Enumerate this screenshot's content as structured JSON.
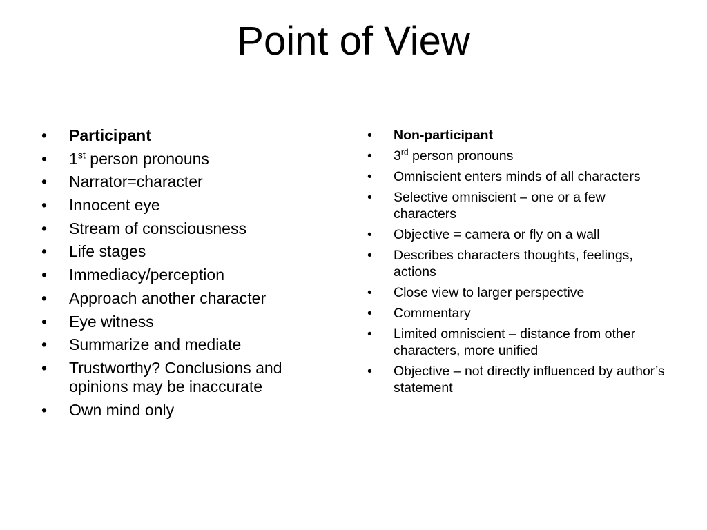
{
  "title": "Point of View",
  "bullet_char": "•",
  "left_column": {
    "items": [
      {
        "text": "Participant"
      },
      {
        "pre": "1",
        "sup": "st",
        "post": " person pronouns"
      },
      {
        "text": "Narrator=character"
      },
      {
        "text": "Innocent eye"
      },
      {
        "text": "Stream of consciousness"
      },
      {
        "text": "Life stages"
      },
      {
        "text": "Immediacy/perception"
      },
      {
        "text": "Approach another character"
      },
      {
        "text": "Eye witness"
      },
      {
        "text": "Summarize and mediate"
      },
      {
        "text": "Trustworthy?  Conclusions and opinions may be inaccurate"
      },
      {
        "text": "Own mind only"
      }
    ]
  },
  "right_column": {
    "items": [
      {
        "text": "Non-participant"
      },
      {
        "pre": "3",
        "sup": "rd",
        "post": " person pronouns"
      },
      {
        "text": "Omniscient enters minds of all characters"
      },
      {
        "text": "Selective omniscient – one or a few characters"
      },
      {
        "text": "Objective = camera or fly on a wall"
      },
      {
        "text": "Describes characters thoughts, feelings, actions"
      },
      {
        "text": "Close view to larger perspective"
      },
      {
        "text": "Commentary"
      },
      {
        "text": "Limited omniscient – distance from other characters, more unified"
      },
      {
        "text": "Objective – not directly influenced by author’s statement"
      }
    ]
  }
}
